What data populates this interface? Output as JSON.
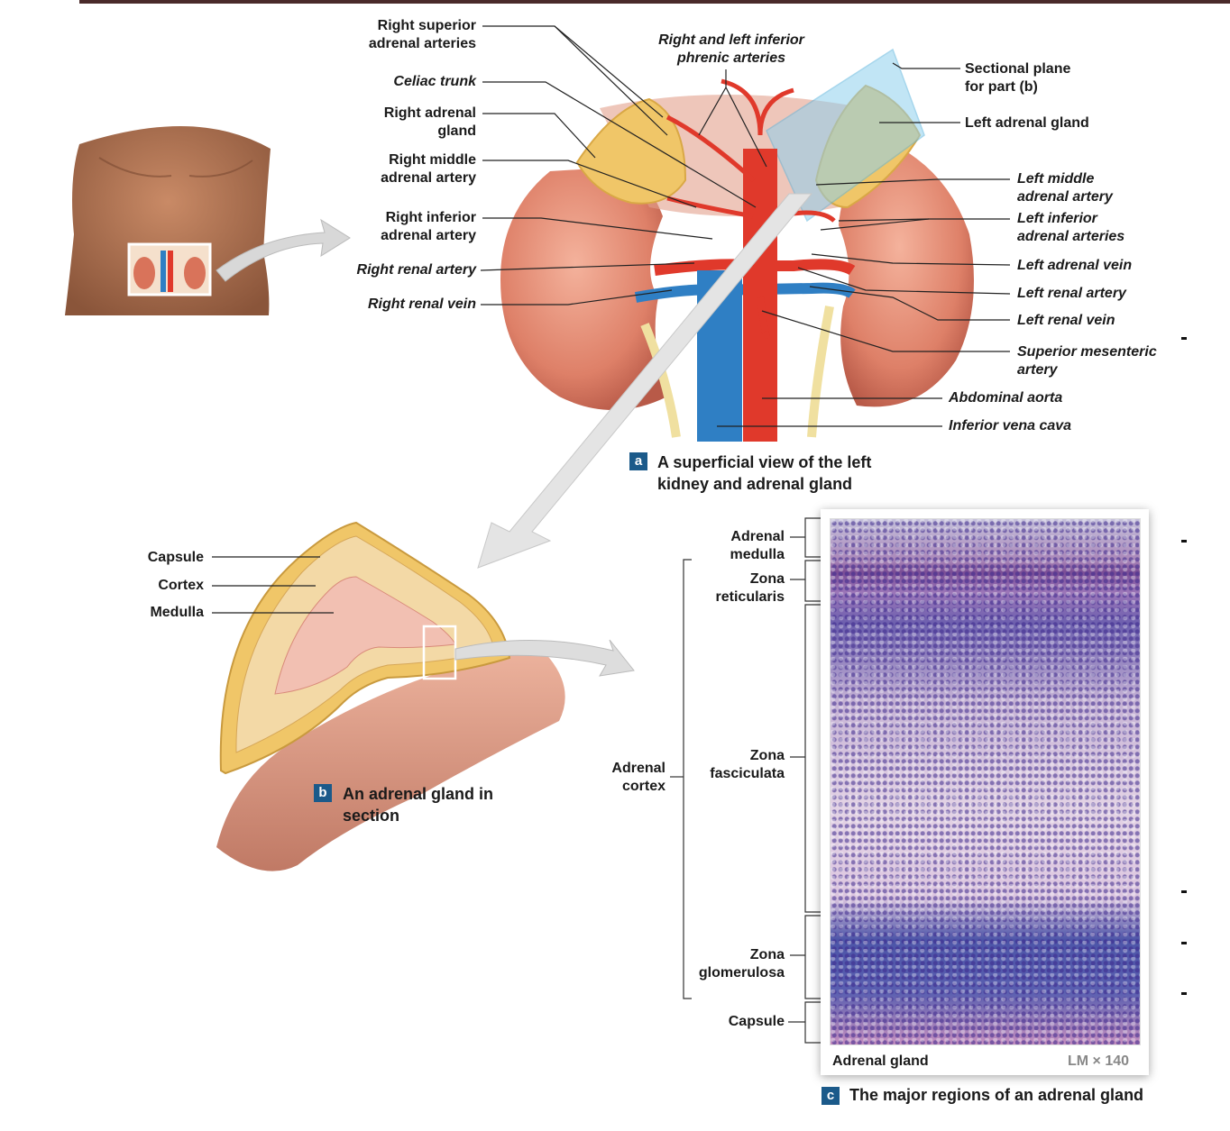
{
  "panel_a": {
    "badge": "a",
    "caption": "A superficial view of the left\nkidney and adrenal gland",
    "labels_left": {
      "right_superior_adrenal_arteries": "Right superior\nadrenal arteries",
      "celiac_trunk": "Celiac trunk",
      "right_adrenal_gland": "Right adrenal\ngland",
      "right_middle_adrenal_artery": "Right middle\nadrenal artery",
      "right_inferior_adrenal_artery": "Right inferior\nadrenal artery",
      "right_renal_artery": "Right renal artery",
      "right_renal_vein": "Right renal vein"
    },
    "labels_top": {
      "phrenic_arteries": "Right and left inferior\nphrenic arteries"
    },
    "labels_right": {
      "sectional_plane": "Sectional plane\nfor part (b)",
      "left_adrenal_gland": "Left adrenal gland",
      "left_middle_adrenal_artery": "Left middle\nadrenal artery",
      "left_inferior_adrenal_arteries": "Left inferior\nadrenal arteries",
      "left_adrenal_vein": "Left adrenal vein",
      "left_renal_artery": "Left renal artery",
      "left_renal_vein": "Left renal vein",
      "superior_mesenteric_artery": "Superior mesenteric\nartery",
      "abdominal_aorta": "Abdominal aorta",
      "inferior_vena_cava": "Inferior vena cava"
    }
  },
  "panel_b": {
    "badge": "b",
    "caption": "An adrenal gland in\nsection",
    "labels": {
      "capsule": "Capsule",
      "cortex": "Cortex",
      "medulla": "Medulla"
    }
  },
  "panel_c": {
    "badge": "c",
    "caption": "The major regions of an adrenal gland",
    "image_label": "Adrenal gland",
    "magnification": "LM × 140",
    "labels": {
      "adrenal_medulla": "Adrenal\nmedulla",
      "zona_reticularis": "Zona\nreticularis",
      "zona_fasciculata": "Zona\nfasciculata",
      "zona_glomerulosa": "Zona\nglomerulosa",
      "capsule": "Capsule",
      "adrenal_cortex": "Adrenal\ncortex"
    }
  },
  "colors": {
    "artery": "#e0392b",
    "vein": "#2f7fc4",
    "gland": "#f0c668",
    "kidney": "#e08a72",
    "badge": "#1b5a8a",
    "sectional_plane": "#8fd0ee"
  }
}
